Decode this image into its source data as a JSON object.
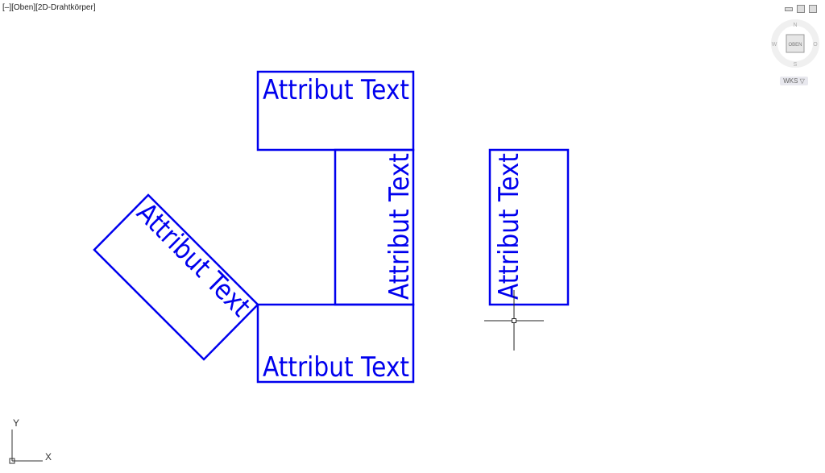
{
  "viewport": {
    "label": "[–][Oben][2D-Drahtkörper]"
  },
  "viewcube": {
    "face": "OBEN",
    "north": "N",
    "south": "S",
    "east": "O",
    "west": "W",
    "ucs": "WKS ▽"
  },
  "ucs_icon": {
    "x": "X",
    "y": "Y"
  },
  "drawing": {
    "color": "#0000ee",
    "attributes": [
      {
        "text": "Attribut Text",
        "rotation": 0
      },
      {
        "text": "Attribut Text",
        "rotation": 90
      },
      {
        "text": "Attribut Text",
        "rotation": 0
      },
      {
        "text": "Attribut Text",
        "rotation": -45
      },
      {
        "text": "Attribut Text",
        "rotation": 90
      }
    ]
  }
}
